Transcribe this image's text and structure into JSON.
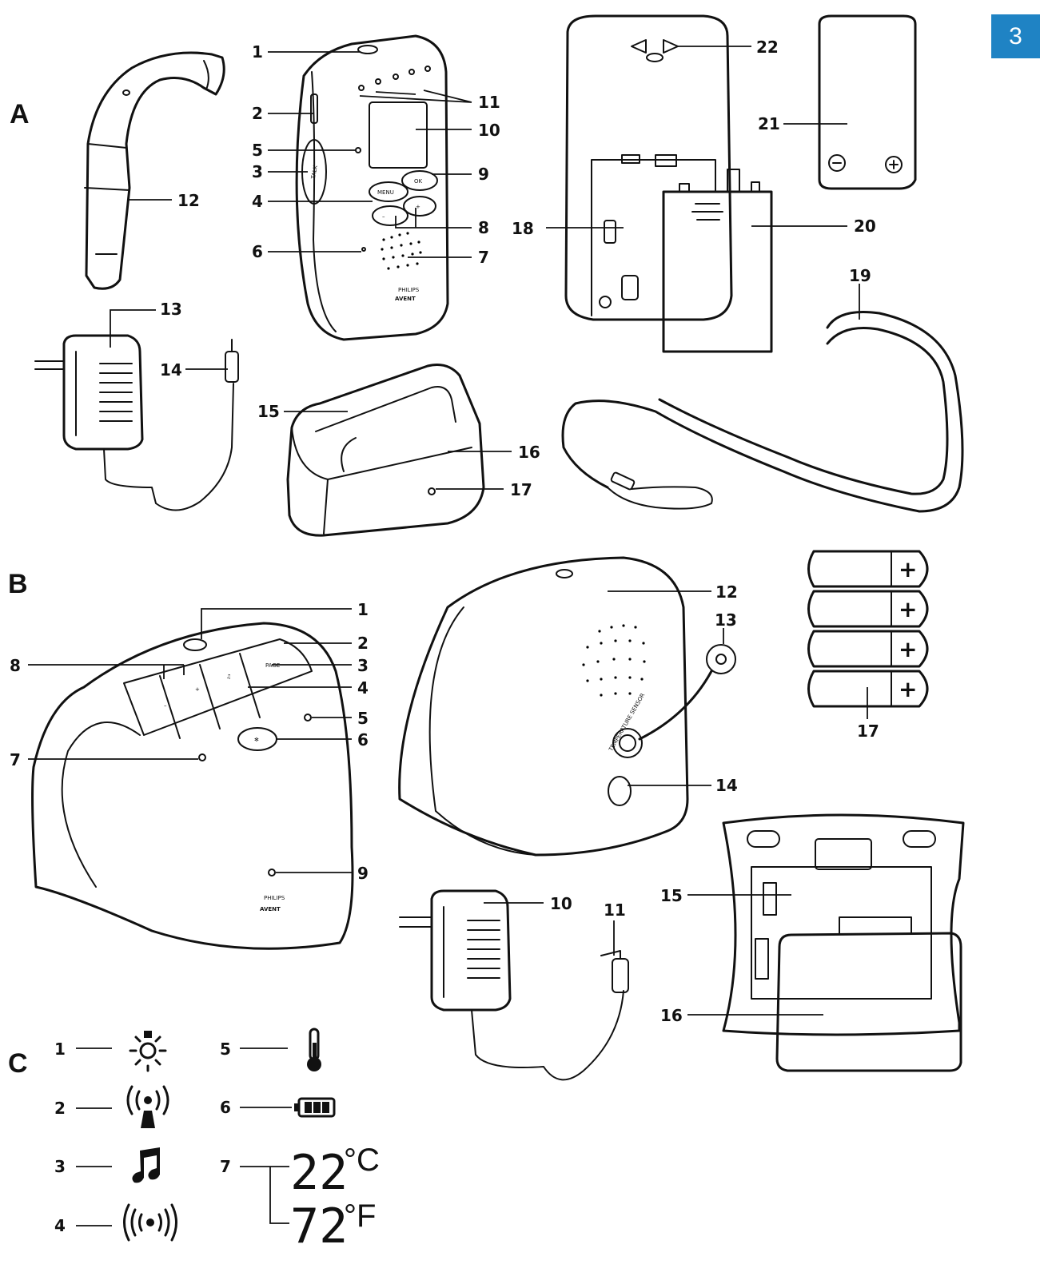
{
  "page_number": "3",
  "sections": {
    "a": "A",
    "b": "B",
    "c": "C"
  },
  "section_a": {
    "callouts": [
      "1",
      "2",
      "3",
      "4",
      "5",
      "6",
      "7",
      "8",
      "9",
      "10",
      "11",
      "12",
      "13",
      "14",
      "15",
      "16",
      "17",
      "18",
      "19",
      "20",
      "21",
      "22"
    ]
  },
  "section_b": {
    "callouts": [
      "1",
      "2",
      "3",
      "4",
      "5",
      "6",
      "7",
      "8",
      "9",
      "10",
      "11",
      "12",
      "13",
      "14",
      "15",
      "16",
      "17"
    ]
  },
  "section_c": {
    "callouts": [
      "1",
      "2",
      "3",
      "4",
      "5",
      "6",
      "7"
    ]
  },
  "device_labels": {
    "talk": "TALK",
    "menu": "MENU",
    "ok": "OK",
    "page": "PAGE",
    "brand_top": "PHILIPS",
    "brand": "AVENT",
    "temp_sensor": "TEMPERATURE SENSOR"
  },
  "display": {
    "celsius_value": "22",
    "celsius_unit": "°C",
    "fahrenheit_value": "72",
    "fahrenheit_unit": "°F"
  },
  "icons": [
    "nightlight-icon",
    "range-signal-icon",
    "lullaby-note-icon",
    "sound-level-icon",
    "thermometer-icon",
    "battery-icon"
  ]
}
